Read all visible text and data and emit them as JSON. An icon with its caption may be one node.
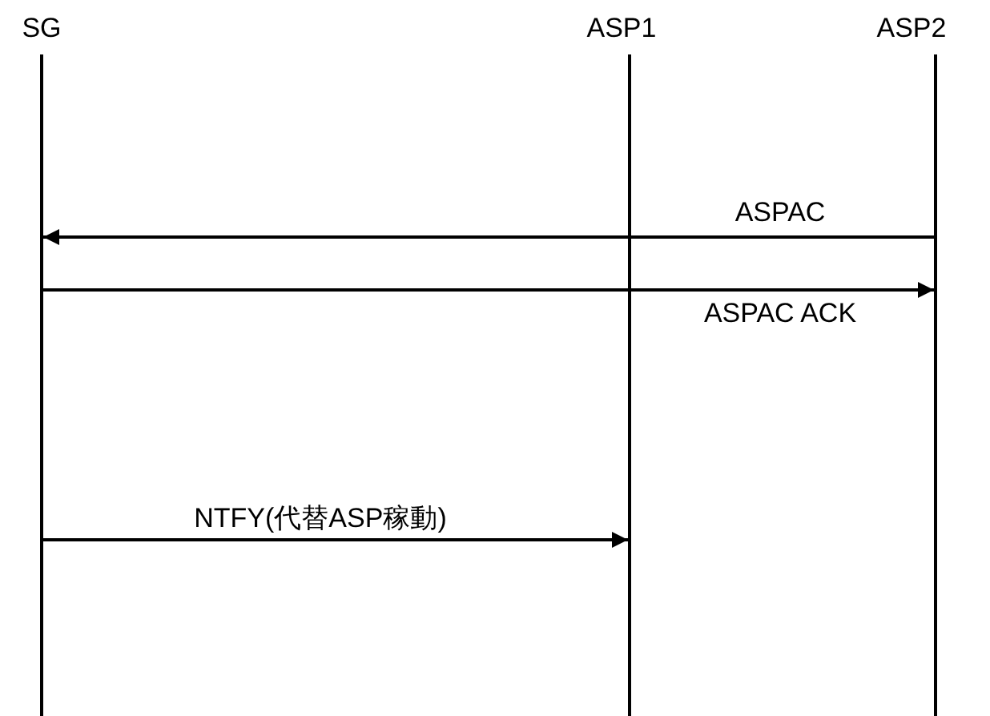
{
  "diagram": {
    "nodes": [
      {
        "text": [
          "SG"
        ]
      },
      {
        "text": [
          "ASP1"
        ]
      },
      {
        "text": [
          "ASP2"
        ]
      }
    ],
    "edges": [
      {
        "from": 2,
        "to": 0,
        "arrow": "to",
        "label": "ASPAC"
      },
      {
        "from": 0,
        "to": 2,
        "arrow": "to",
        "label": "ASPAC ACK"
      },
      {
        "from": 0,
        "to": 1,
        "arrow": "to",
        "label": "NTFY(代替ASP稼動)"
      }
    ]
  }
}
